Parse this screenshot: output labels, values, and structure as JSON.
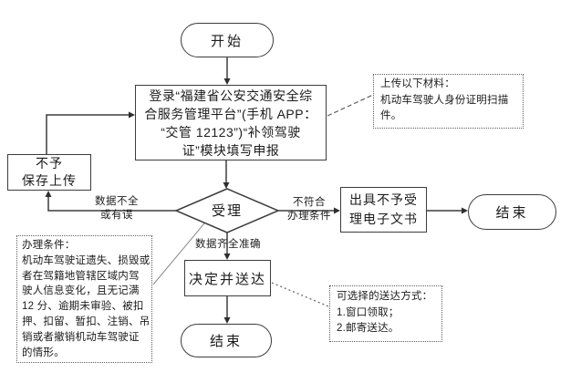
{
  "colors": {
    "background": "#ffffff",
    "line": "#3d3d3d",
    "note_border": "#5f5f5f",
    "text": "#1c1c1c"
  },
  "nodes": {
    "start": {
      "label": "开始"
    },
    "login": {
      "lines": [
        "登录“福建省公安交通安全综",
        "合服务管理平台”(手机 APP：",
        "“交管 12123”)“补领驾驶",
        "证”模块填写申报"
      ]
    },
    "upload_note": {
      "lines": [
        "上传以下材料：",
        "机动车驾驶人身份证明扫描",
        "件。"
      ]
    },
    "no_save": {
      "lines": [
        "不予",
        "保存上传"
      ]
    },
    "accept": {
      "label": "受理"
    },
    "reject_doc": {
      "lines": [
        "出具不予受",
        "理电子文书"
      ]
    },
    "end_right": {
      "label": "结束"
    },
    "conditions_note": {
      "lines": [
        "办理条件：",
        "机动车驾驶证遗失、损毁或",
        "者在驾籍地管辖区域内驾",
        "驶人信息变化，且无记满",
        "12 分、逾期未审验、被扣",
        "押、扣留、暂扣、注销、吊",
        "销或者撤销机动车驾驶证",
        "的情形。"
      ]
    },
    "decide": {
      "label": "决定并送达"
    },
    "end_bottom": {
      "label": "结束"
    },
    "delivery_note": {
      "lines": [
        "可选择的送达方式：",
        "1.窗口领取；",
        "2.邮寄送达。"
      ]
    }
  },
  "edge_labels": {
    "data_incomplete": {
      "lines": [
        "数据不全",
        "或有误"
      ]
    },
    "data_complete": "数据齐全准确",
    "not_eligible": {
      "lines": [
        "不符合",
        "办理条件"
      ]
    }
  }
}
